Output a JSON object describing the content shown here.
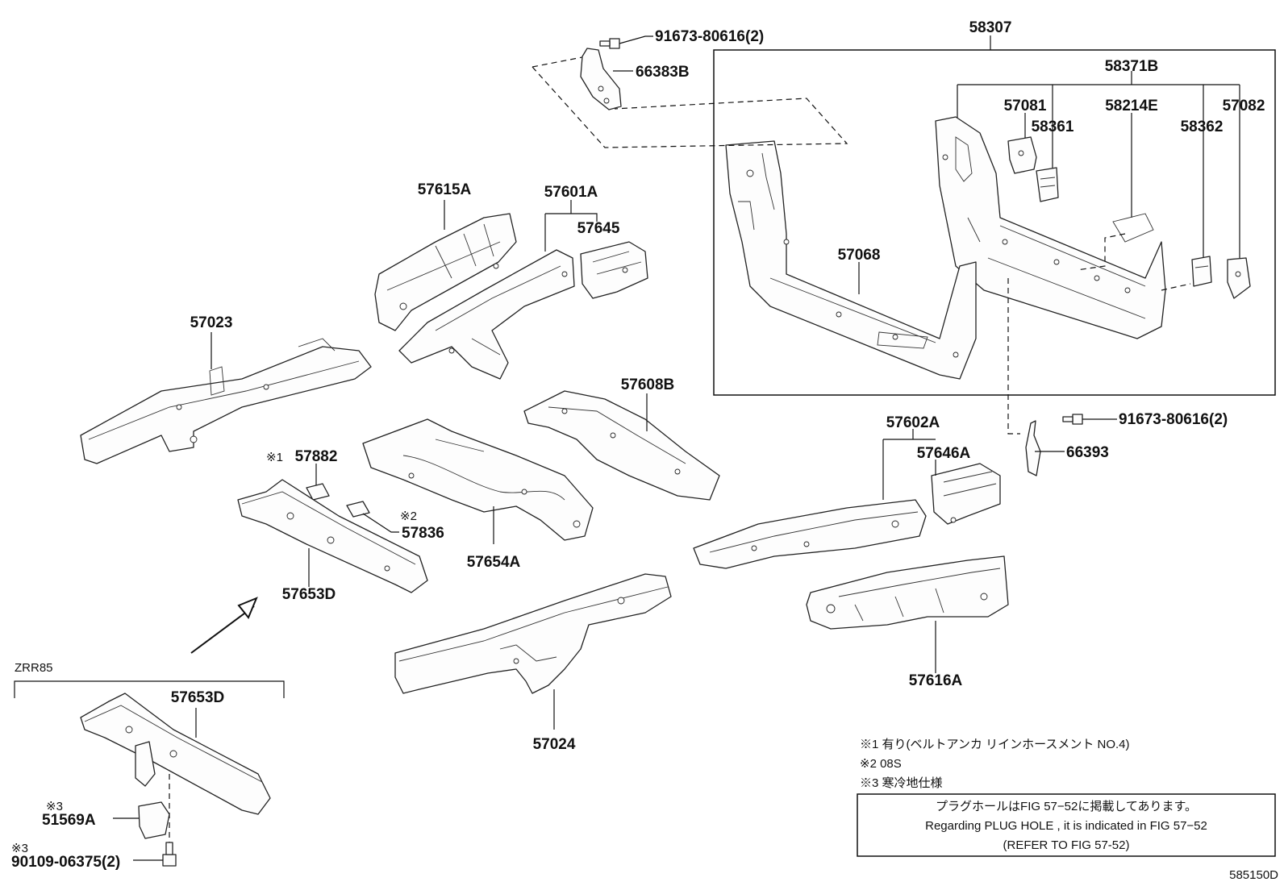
{
  "parts": {
    "p58307": "58307",
    "p58371B": "58371B",
    "p57081": "57081",
    "p58361": "58361",
    "p58214E": "58214E",
    "p58362": "58362",
    "p57082": "57082",
    "p57068": "57068",
    "bolt_top": "91673-80616(2)",
    "p66383B": "66383B",
    "p57615A": "57615A",
    "p57601A": "57601A",
    "p57645": "57645",
    "p57023": "57023",
    "p57608B": "57608B",
    "bolt_right": "91673-80616(2)",
    "p66393": "66393",
    "p57602A": "57602A",
    "p57646A": "57646A",
    "p57882": "57882",
    "p57836": "57836",
    "p57654A": "57654A",
    "p57653D": "57653D",
    "p57616A": "57616A",
    "p57024": "57024",
    "variant": "ZRR85",
    "p57653D_b": "57653D",
    "p51569A": "51569A",
    "bolt_bottom": "90109-06375(2)"
  },
  "marks": {
    "m1": "※1",
    "m2": "※2",
    "m3a": "※3",
    "m3b": "※3"
  },
  "notes": {
    "n1": "※1 有り(ベルトアンカ リインホースメント NO.4)",
    "n2": "※2 08S",
    "n3": "※3 寒冷地仕様"
  },
  "reference": {
    "line1": "プラグホールはFIG 57−52に掲載してあります。",
    "line2": "Regarding PLUG HOLE , it is indicated in FIG 57−52",
    "line3": "(REFER TO FIG 57-52)"
  },
  "figure_id": "585150D"
}
